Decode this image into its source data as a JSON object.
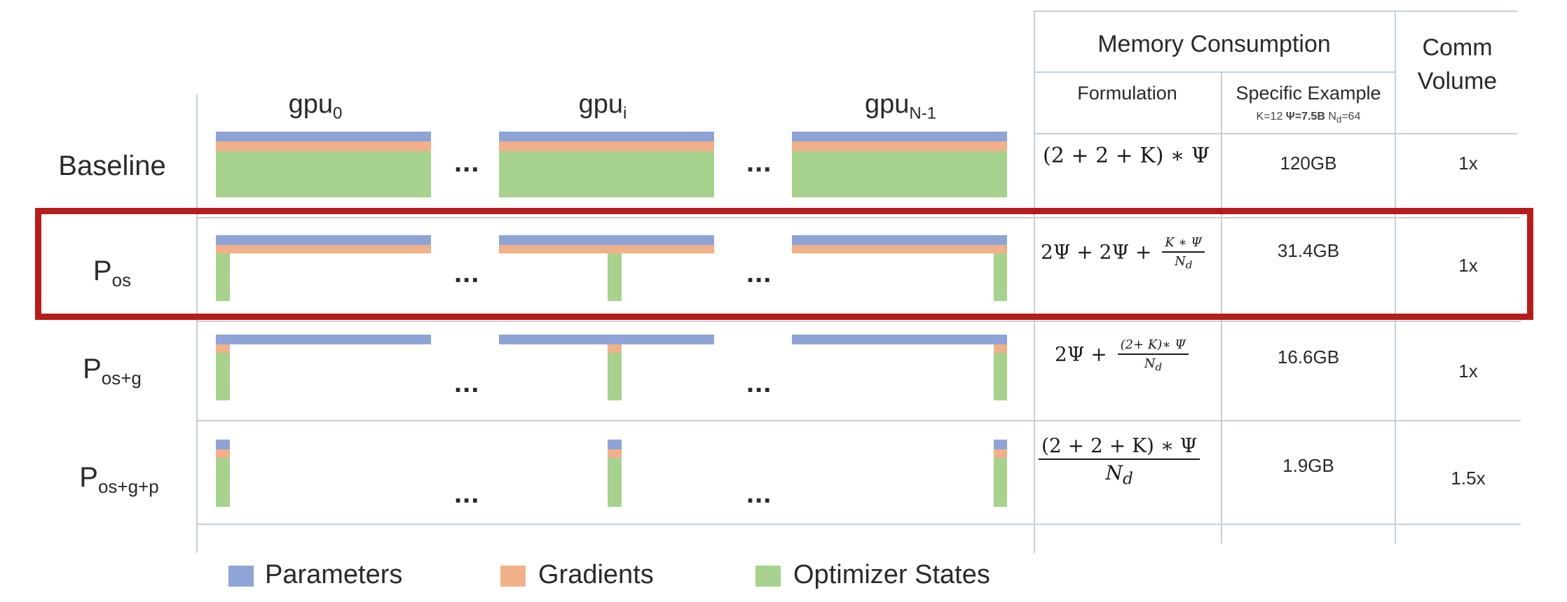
{
  "columns": {
    "gpus": [
      {
        "name": "gpu",
        "sub": "0"
      },
      {
        "name": "gpu",
        "sub": "i"
      },
      {
        "name": "gpu",
        "sub": "N-1"
      }
    ],
    "ellipsis": "...",
    "memory_header": "Memory Consumption",
    "comm_header_line1": "Comm",
    "comm_header_line2": "Volume",
    "formulation_header": "Formulation",
    "example_header": "Specific Example",
    "example_params": {
      "k": "K=12",
      "psi": "Ψ=7.5B",
      "nd": "N",
      "nd_sub": "d",
      "nd_val": "=64"
    }
  },
  "rows": [
    {
      "label": "Baseline",
      "label_sub": "",
      "example": "120GB",
      "comm": "1x"
    },
    {
      "label": "P",
      "label_sub": "os",
      "example": "31.4GB",
      "comm": "1x"
    },
    {
      "label": "P",
      "label_sub": "os+g",
      "example": "16.6GB",
      "comm": "1x"
    },
    {
      "label": "P",
      "label_sub": "os+g+p",
      "example": "1.9GB",
      "comm": "1.5x"
    }
  ],
  "formulas": {
    "baseline": "(2 + 2 + K) ∗ Ψ",
    "pos_lead": "2Ψ + 2Ψ +",
    "pos_num": "K ∗ Ψ",
    "pos_den": "N",
    "pos_den_sub": "d",
    "posg_lead": "2Ψ +",
    "posg_num": "(2+ K)∗ Ψ",
    "posg_den": "N",
    "posg_den_sub": "d",
    "posgp_num": "(2 +  2 +  K) ∗  Ψ",
    "posgp_den": "N",
    "posgp_den_sub": "d"
  },
  "legend": [
    {
      "label": "Parameters",
      "color": "#8ea4d6"
    },
    {
      "label": "Gradients",
      "color": "#f1b08a"
    },
    {
      "label": "Optimizer States",
      "color": "#a6d28e"
    }
  ],
  "highlight_color": "#b71c1c"
}
